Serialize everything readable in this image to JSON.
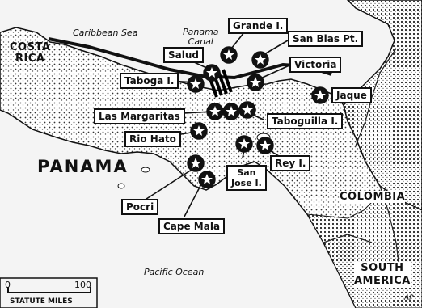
{
  "regions": {
    "costa_rica": "COSTA\nRICA",
    "panama": "PANAMA",
    "colombia": "COLOMBIA",
    "south_america": "SOUTH\nAMERICA"
  },
  "water": {
    "caribbean": "Caribbean Sea",
    "pacific": "Pacific Ocean",
    "canal": "Panama\nCanal"
  },
  "sites": [
    {
      "id": "grande",
      "label": "Grande I."
    },
    {
      "id": "san-blas",
      "label": "San Blas Pt."
    },
    {
      "id": "salud",
      "label": "Salud"
    },
    {
      "id": "victoria",
      "label": "Victoria"
    },
    {
      "id": "taboga",
      "label": "Taboga I."
    },
    {
      "id": "jaque",
      "label": "Jaque"
    },
    {
      "id": "las-margaritas",
      "label": "Las Margaritas"
    },
    {
      "id": "taboguilla",
      "label": "Taboguilla I."
    },
    {
      "id": "rio-hato",
      "label": "Rio Hato"
    },
    {
      "id": "rey",
      "label": "Rey I."
    },
    {
      "id": "san-jose",
      "label": "San\nJose I."
    },
    {
      "id": "pocri",
      "label": "Pocri"
    },
    {
      "id": "cape-mala",
      "label": "Cape Mala"
    }
  ],
  "scale": {
    "zero": "0",
    "max": "100",
    "unit": "STATUTE MILES"
  },
  "credit": "AP",
  "colors": {
    "ink": "#111111",
    "land": "#ffffff",
    "sea": "#f4f4f4"
  }
}
